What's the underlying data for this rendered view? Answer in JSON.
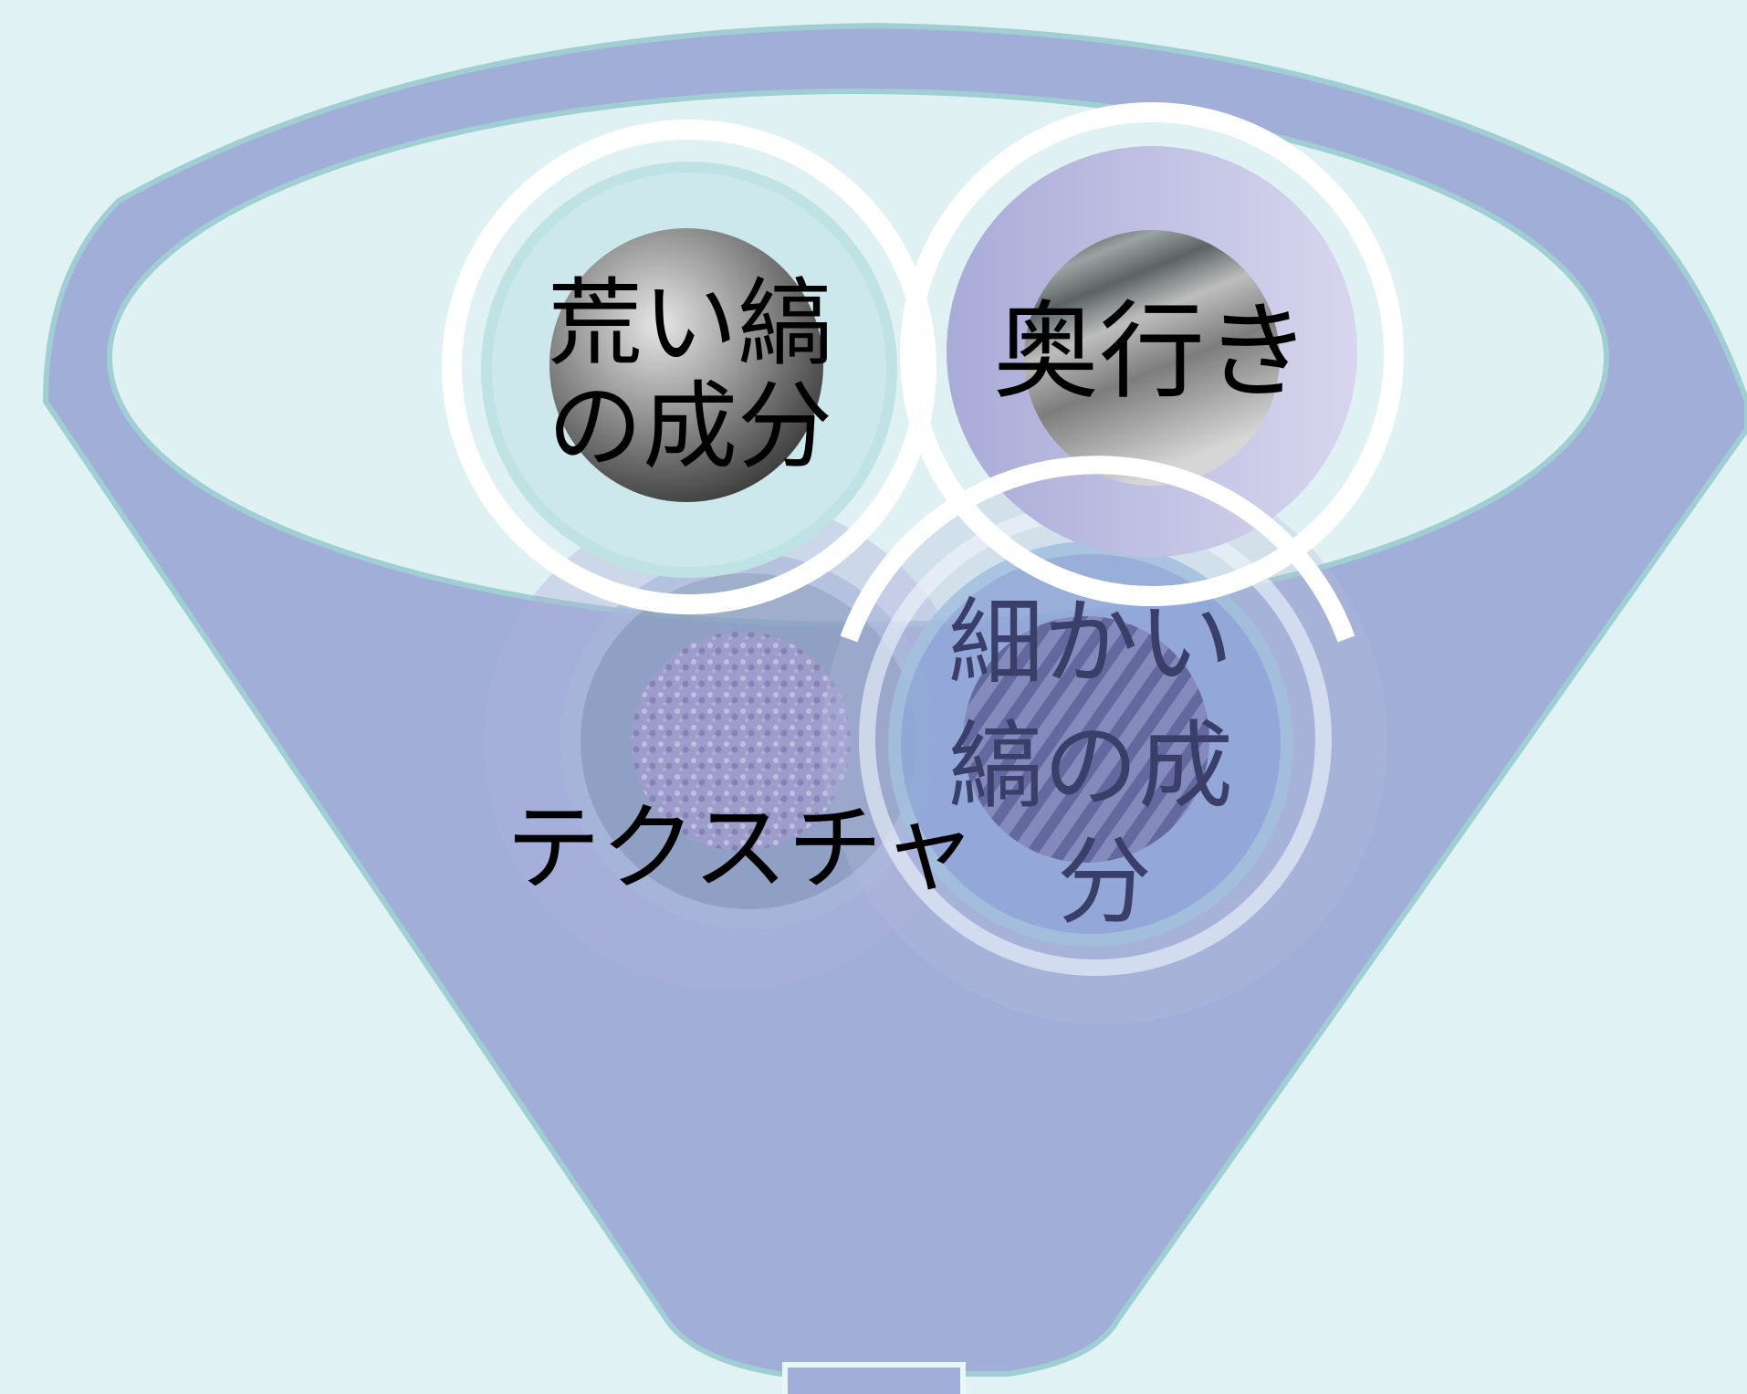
{
  "diagram": {
    "type": "funnel",
    "colors": {
      "background": "#e1f2f5",
      "funnel_fill": "#a1afd8",
      "funnel_outline": "#9fcfd2",
      "rim_inner": "#dff1f3",
      "circle_ring": "#ffffff",
      "text_top": "#000000",
      "text_inside_funnel": "#3a3f6a"
    },
    "items": [
      {
        "id": "coarse",
        "label": "荒い縞の成分",
        "line1": "荒い縞",
        "line2": "の成分",
        "image": "gray-sphere-texture"
      },
      {
        "id": "depth",
        "label": "奥行き",
        "line1": "奥行き",
        "image": "depth-stripes-texture"
      },
      {
        "id": "texture",
        "label": "テクスチャ",
        "line1": "テクスチャ",
        "image": "noise-texture"
      },
      {
        "id": "fine",
        "label": "細かい縞の成分",
        "line1": "細かい",
        "line2": "縞の成",
        "line3": "分",
        "image": "fine-stripes-texture"
      }
    ]
  }
}
